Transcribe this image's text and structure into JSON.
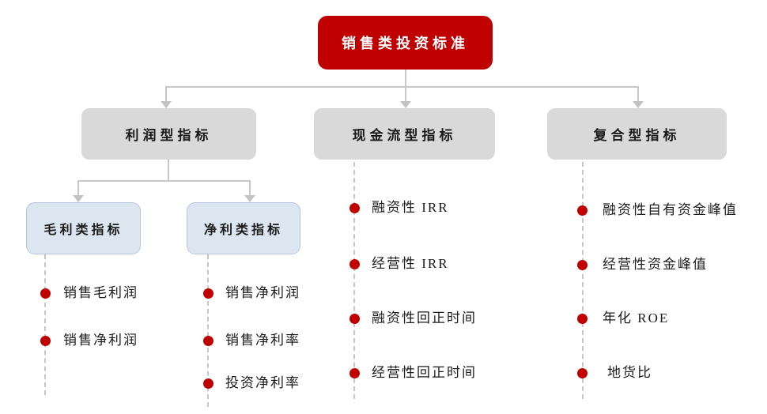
{
  "root": {
    "label": "销售类投资标准"
  },
  "branches": [
    {
      "label": "利润型指标",
      "children": [
        {
          "label": "毛利类指标",
          "items": [
            "销售毛利润",
            "销售净利润"
          ]
        },
        {
          "label": "净利类指标",
          "items": [
            "销售净利润",
            "销售净利率",
            "投资净利率"
          ]
        }
      ]
    },
    {
      "label": "现金流型指标",
      "items": [
        "融资性 IRR",
        "经营性 IRR",
        "融资性回正时间",
        "经营性回正时间"
      ]
    },
    {
      "label": "复合型指标",
      "items": [
        "融资性自有资金峰值",
        "经营性资金峰值",
        "年化 ROE",
        "地货比"
      ]
    }
  ],
  "colors": {
    "accent_red": "#C00000",
    "box_gray": "#D9D9D9",
    "box_blue": "#DCE6F1",
    "connector_gray": "#C6C6C6",
    "text": "#1A1A1A"
  }
}
